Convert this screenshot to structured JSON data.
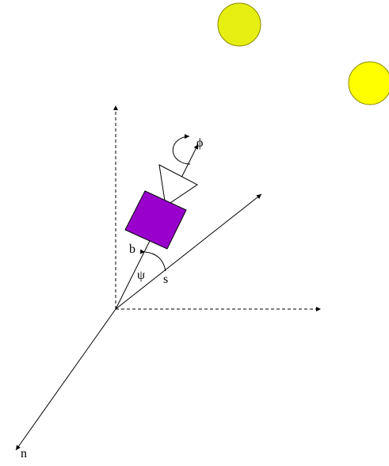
{
  "diagram": {
    "labels": {
      "n": "n",
      "b": "b",
      "psi": "ψ",
      "s": "s",
      "phi": "ϕ"
    },
    "colors": {
      "sun_1": "#e6ef12",
      "sun_2": "#ffff00",
      "sun_stroke": "#8a8a00",
      "body_fill": "#9900cc",
      "body_stroke": "#000000",
      "line": "#000000"
    },
    "icons": {
      "rotation_indicator": "rotation-arrow-icon",
      "view_cone": "cone-icon"
    }
  }
}
